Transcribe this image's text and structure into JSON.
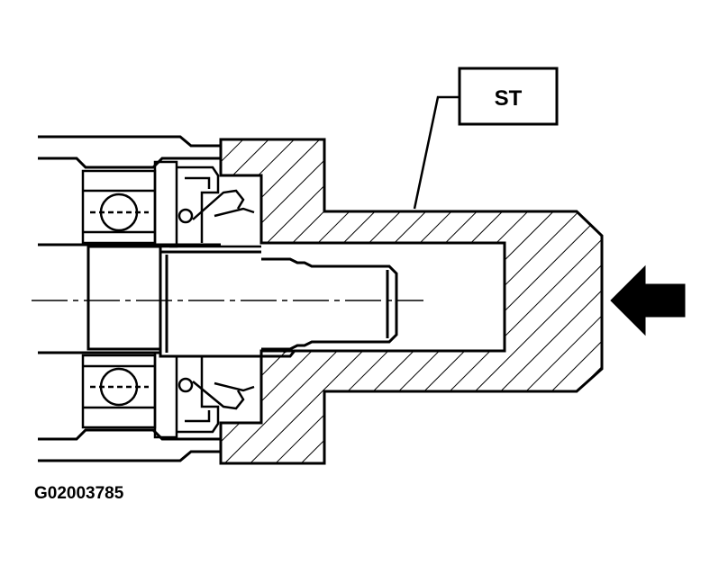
{
  "figure": {
    "tool_label": "ST",
    "reference_code": "G02003785",
    "press_direction": "right-to-left",
    "colors": {
      "line": "#000000",
      "background": "#ffffff"
    }
  },
  "icons": {
    "arrow": "arrow-left-icon"
  }
}
